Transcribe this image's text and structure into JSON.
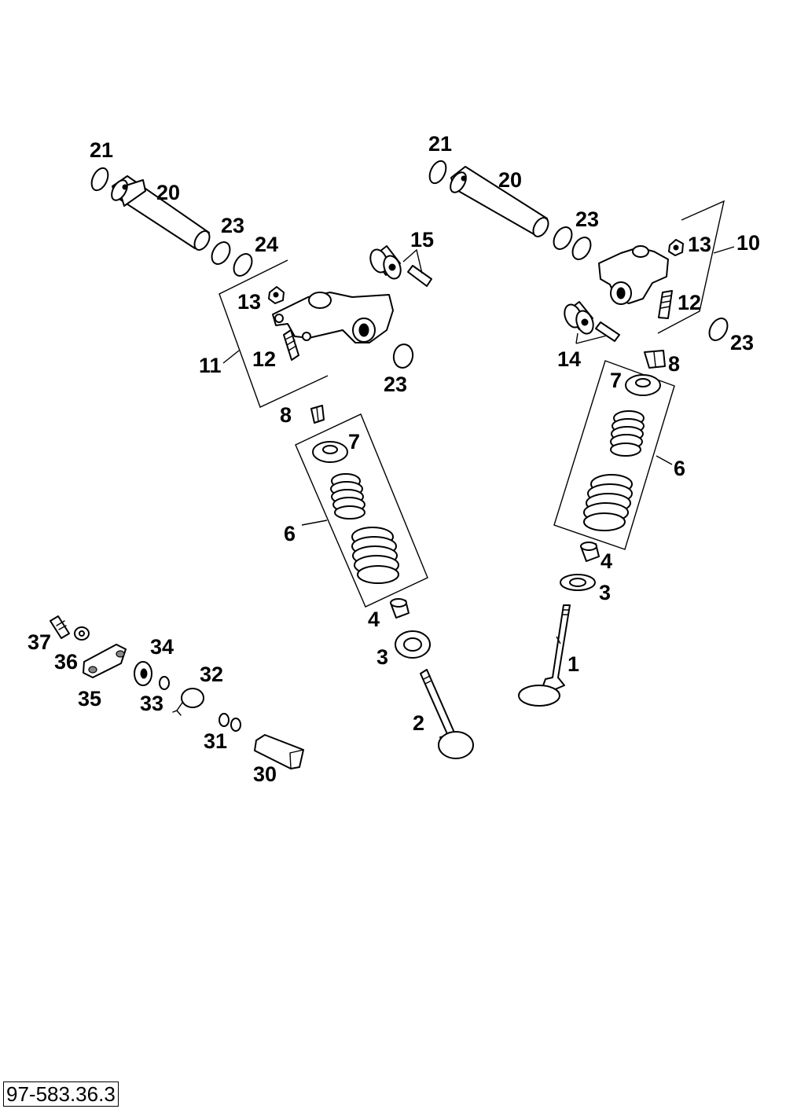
{
  "diagram": {
    "reference_number": "97-583.36.3",
    "labels": {
      "left": {
        "n21": "21",
        "n20": "20",
        "n23a": "23",
        "n24": "24",
        "n15": "15",
        "n13": "13",
        "n11": "11",
        "n12": "12",
        "n23b": "23",
        "n8": "8",
        "n7": "7",
        "n6": "6",
        "n4": "4",
        "n3": "3",
        "n2": "2"
      },
      "right": {
        "n21": "21",
        "n20": "20",
        "n23a": "23",
        "n13": "13",
        "n10": "10",
        "n12": "12",
        "n23b": "23",
        "n14": "14",
        "n8": "8",
        "n7": "7",
        "n6": "6",
        "n4": "4",
        "n3": "3",
        "n1": "1"
      },
      "small_parts": {
        "n37": "37",
        "n36": "36",
        "n35": "35",
        "n34": "34",
        "n33": "33",
        "n32": "32",
        "n31": "31",
        "n30": "30"
      }
    }
  }
}
